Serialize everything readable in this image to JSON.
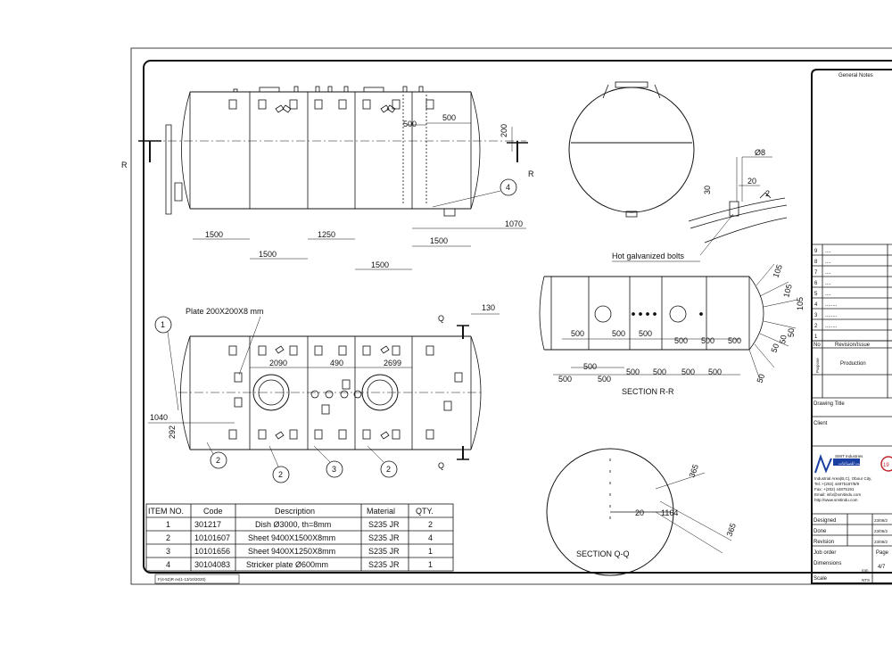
{
  "labels": {
    "r_left": "R",
    "r_right": "R",
    "q_top": "Q",
    "q_bottom": "Q",
    "plate": "Plate 200X200X8 mm",
    "hot_galv": "Hot galvanized bolts",
    "section_rr": "SECTION R-R",
    "section_qq": "SECTION Q-Q",
    "footer_code": "F(4-52)R ev(1-13/10/2020)"
  },
  "dims_top": {
    "d1500a": "1500",
    "d1500b": "1500",
    "d1250": "1250",
    "d1500c": "1500",
    "d1500d": "1500",
    "d1070": "1070",
    "d500a": "500",
    "d500b": "500",
    "d200": "200"
  },
  "dims_bottom": {
    "d2090": "2090",
    "d490": "490",
    "d2699": "2699",
    "d1040": "1040",
    "d292": "292",
    "d130": "130"
  },
  "detail": {
    "d8": "Ø8",
    "d20": "20",
    "d30": "30",
    "d2": "2"
  },
  "rr_dims": {
    "t500a": "500",
    "t500b": "500",
    "t500c": "500",
    "t500d": "500",
    "t500e": "500",
    "t500f": "500",
    "b500a": "500",
    "b500b": "500",
    "b500c": "500",
    "b500d": "500",
    "b500e": "500",
    "b500f": "500",
    "b500g": "500",
    "r105a": "105",
    "r105b": "105",
    "r105c": "105",
    "r50a": "50",
    "r50b": "50",
    "r50c": "50",
    "r50d": "50"
  },
  "qq_dims": {
    "d20": "20",
    "d1164": "1164",
    "d365a": "365",
    "d365b": "365"
  },
  "balloons": {
    "b4": "4",
    "b1": "1",
    "b2a": "2",
    "b2b": "2",
    "b3": "3",
    "b2c": "2"
  },
  "bom": {
    "headers": [
      "ITEM NO.",
      "Code",
      "Description",
      "Material",
      "QTY."
    ],
    "rows": [
      [
        "1",
        "301217",
        "Dish  Ø3000, th=8mm",
        "S235 JR",
        "2"
      ],
      [
        "2",
        "10101607",
        "Sheet 9400X1500X8mm",
        "S235 JR",
        "4"
      ],
      [
        "3",
        "10101656",
        "Sheet 9400X1250X8mm",
        "S235 JR",
        "1"
      ],
      [
        "4",
        "30104083",
        "Stricker plate  Ø600mm",
        "S235 JR",
        "1"
      ]
    ]
  },
  "title_block": {
    "general_notes": "General Notes",
    "rev_numbers": [
      "9",
      "8",
      "7",
      "6",
      "5",
      "4",
      "3",
      "2",
      "1"
    ],
    "rev_dots": [
      "....",
      "....",
      "....",
      "....",
      "....",
      "........",
      "........",
      "........",
      ""
    ],
    "no": "No",
    "revision_issue": "Revision/Issue",
    "purpose": "Purpose",
    "production": "Production",
    "drawing_title": "Drawing Title",
    "client": "Client",
    "company": "SMIT Industries",
    "company_ar": "سيت للصناعات",
    "addr1": "Industrial Area(B,C), Obour City,",
    "addr2": "Tel.:+(202) 44875187/8/9",
    "addr3": "Fax: +(202) 44875191",
    "addr4": "Email: info@smitindu.com",
    "addr5": "http://www.smitindu.com",
    "designed": "Designed",
    "done": "Done",
    "revision": "Revision",
    "job_order": "Job order",
    "page": "Page",
    "dimensions": "Dimensions",
    "mm": "mm",
    "page_no": "4/7",
    "scale": "Scale",
    "nts": "NTS",
    "date": "23/06/2",
    "badge": "19"
  }
}
